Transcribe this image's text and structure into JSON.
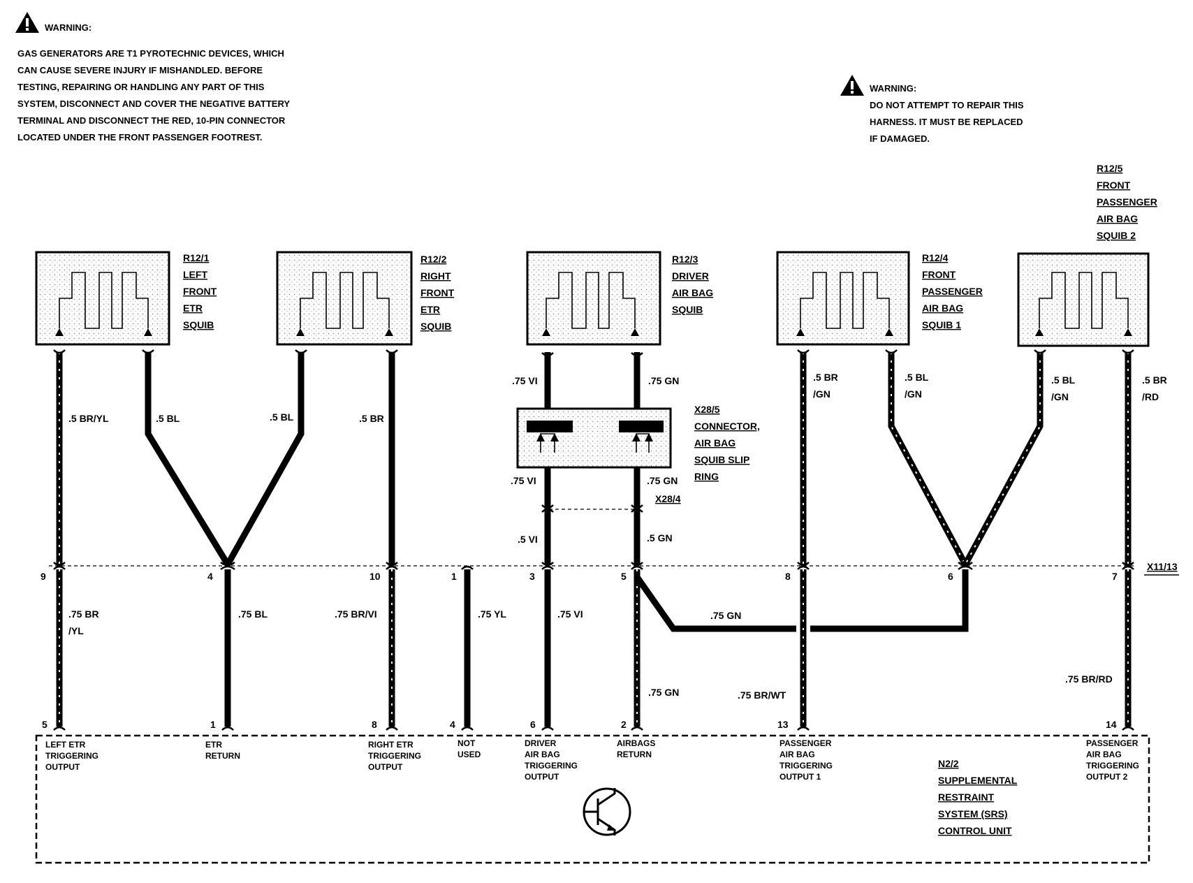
{
  "warning_left": {
    "title": "WARNING:",
    "lines": [
      "GAS GENERATORS ARE T1 PYROTECHNIC DEVICES, WHICH",
      "CAN CAUSE SEVERE INJURY IF MISHANDLED. BEFORE",
      "TESTING, REPAIRING OR HANDLING ANY PART OF THIS",
      "SYSTEM, DISCONNECT AND COVER THE NEGATIVE BATTERY",
      "TERMINAL AND DISCONNECT THE RED, 10-PIN CONNECTOR",
      "LOCATED UNDER THE FRONT PASSENGER FOOTREST."
    ]
  },
  "warning_right": {
    "title": "WARNING:",
    "lines": [
      "DO NOT ATTEMPT TO REPAIR THIS",
      "HARNESS. IT MUST BE REPLACED",
      "IF DAMAGED."
    ]
  },
  "components": {
    "r12_1": [
      "R12/1",
      "LEFT",
      "FRONT",
      "ETR",
      "SQUIB"
    ],
    "r12_2": [
      "R12/2",
      "RIGHT",
      "FRONT",
      "ETR",
      "SQUIB"
    ],
    "r12_3": [
      "R12/3",
      "DRIVER",
      "AIR BAG",
      "SQUIB"
    ],
    "r12_4": [
      "R12/4",
      "FRONT",
      "PASSENGER",
      "AIR BAG",
      "SQUIB 1"
    ],
    "r12_5": [
      "R12/5",
      "FRONT",
      "PASSENGER",
      "AIR BAG",
      "SQUIB 2"
    ],
    "x28_5": [
      "X28/5",
      "CONNECTOR,",
      "AIR BAG",
      "SQUIB SLIP",
      "RING"
    ],
    "x28_4": "X28/4",
    "x11_13": "X11/13",
    "n2_2": [
      "N2/2",
      "SUPPLEMENTAL",
      "RESTRAINT",
      "SYSTEM (SRS)",
      "CONTROL UNIT"
    ]
  },
  "wires": {
    "w1": ".5 BR/YL",
    "w2": ".5 BL",
    "w3": ".5 BL",
    "w4": ".5 BR",
    "w5": ".75 VI",
    "w6": ".75 GN",
    "w7": ".75 VI",
    "w8": ".75 GN",
    "w9": ".5 VI",
    "w10": ".5 GN",
    "w11": [
      ".5 BR",
      "/GN"
    ],
    "w12": [
      ".5 BL",
      "/GN"
    ],
    "w13": [
      ".5 BL",
      "/GN"
    ],
    "w14": [
      ".5 BR",
      "/RD"
    ],
    "w15": [
      ".75 BR",
      "/YL"
    ],
    "w16": ".75 BL",
    "w17": ".75 BR/VI",
    "w18": ".75 YL",
    "w19": ".75 VI",
    "w20": ".75 GN",
    "w21": ".75 GN",
    "w22": ".75 BR/WT",
    "w23": ".75 BR/RD"
  },
  "x11_pins": [
    "9",
    "4",
    "10",
    "1",
    "3",
    "5",
    "8",
    "6",
    "7"
  ],
  "unit_pins": [
    "5",
    "1",
    "8",
    "4",
    "6",
    "2",
    "13",
    "14"
  ],
  "unit_labels": {
    "p5": [
      "LEFT ETR",
      "TRIGGERING",
      "OUTPUT"
    ],
    "p1": [
      "ETR",
      "RETURN"
    ],
    "p8": [
      "RIGHT ETR",
      "TRIGGERING",
      "OUTPUT"
    ],
    "p4": [
      "NOT",
      "USED"
    ],
    "p6": [
      "DRIVER",
      "AIR BAG",
      "TRIGGERING",
      "OUTPUT"
    ],
    "p2": [
      "AIRBAGS",
      "RETURN"
    ],
    "p13": [
      "PASSENGER",
      "AIR BAG",
      "TRIGGERING",
      "OUTPUT 1"
    ],
    "p14": [
      "PASSENGER",
      "AIR BAG",
      "TRIGGERING",
      "OUTPUT 2"
    ]
  }
}
